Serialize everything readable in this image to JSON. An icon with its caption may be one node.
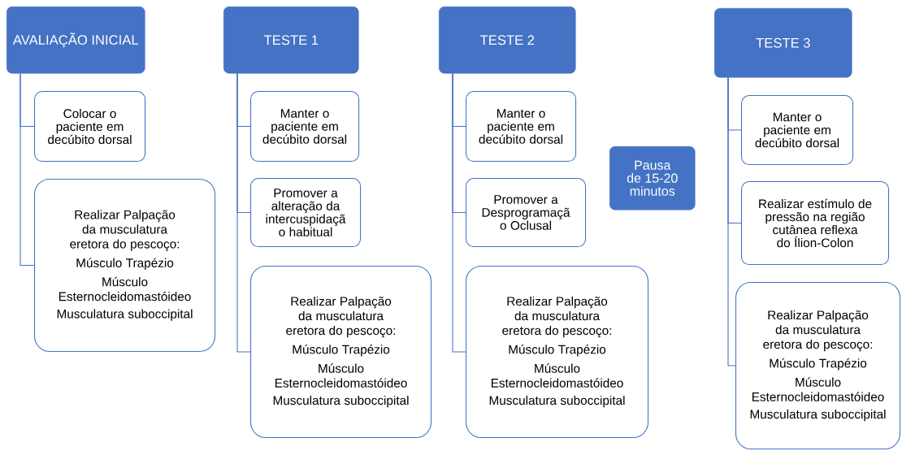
{
  "diagram": {
    "nodes": [
      {
        "text": [
          "AVALIAÇÃO INICIAL"
        ]
      },
      {
        "text": [
          "Colocar o paciente em decúbito dorsal"
        ]
      },
      {
        "text": [
          "Realizar Palpação da musculatura eretora do pescoço:",
          "Músculo Trapézio",
          "Músculo Esternocleidomastóideo",
          "Musculatura suboccipital"
        ]
      },
      {
        "text": [
          "TESTE 1"
        ]
      },
      {
        "text": [
          "Manter o paciente em decúbito dorsal"
        ]
      },
      {
        "text": [
          "Promover a alteração da intercuspidaçã o habitual"
        ]
      },
      {
        "text": [
          "Realizar Palpação da musculatura eretora do pescoço:",
          "Músculo Trapézio",
          "Músculo Esternocleidomastóideo",
          "Musculatura suboccipital"
        ]
      },
      {
        "text": [
          "TESTE 2"
        ]
      },
      {
        "text": [
          "Manter o paciente em decúbito dorsal"
        ]
      },
      {
        "text": [
          "Promover a Desprogramaçã o Oclusal"
        ]
      },
      {
        "text": [
          "Realizar Palpação da musculatura eretora do pescoço:",
          "Músculo Trapézio",
          "Músculo Esternocleidomastóideo",
          "Musculatura suboccipital"
        ]
      },
      {
        "text": [
          "Pausa de 15-20 minutos"
        ]
      },
      {
        "text": [
          "TESTE 3"
        ]
      },
      {
        "text": [
          "Manter o paciente em decúbito dorsal"
        ]
      },
      {
        "text": [
          "Realizar estímulo de pressão na região cutânea reflexa do Ílion-Colon"
        ]
      },
      {
        "text": [
          "Realizar Palpação da musculatura eretora do pescoço:",
          "Músculo Trapézio",
          "Músculo Esternocleidomastóideo",
          "Musculatura suboccipital"
        ]
      }
    ],
    "edges": [
      {
        "from": 0,
        "to": 1,
        "arrow": "none"
      },
      {
        "from": 0,
        "to": 2,
        "arrow": "none"
      },
      {
        "from": 3,
        "to": 4,
        "arrow": "none"
      },
      {
        "from": 3,
        "to": 5,
        "arrow": "none"
      },
      {
        "from": 3,
        "to": 6,
        "arrow": "none"
      },
      {
        "from": 7,
        "to": 8,
        "arrow": "none"
      },
      {
        "from": 7,
        "to": 9,
        "arrow": "none"
      },
      {
        "from": 7,
        "to": 10,
        "arrow": "none"
      },
      {
        "from": 12,
        "to": 13,
        "arrow": "none"
      },
      {
        "from": 12,
        "to": 14,
        "arrow": "none"
      },
      {
        "from": 12,
        "to": 15,
        "arrow": "none"
      }
    ]
  }
}
